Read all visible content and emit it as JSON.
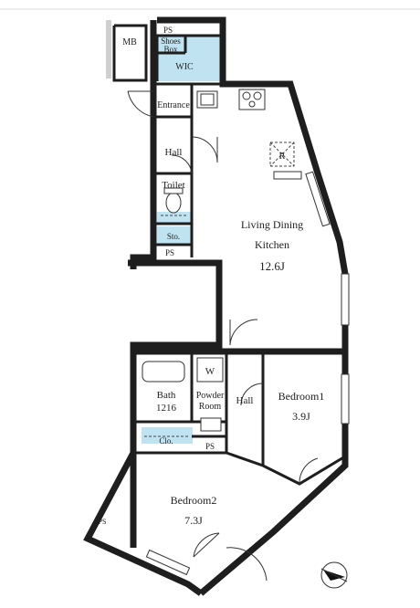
{
  "rooms": {
    "mb": "MB",
    "ps_top": "PS",
    "shoes_box_1": "Shoes",
    "shoes_box_2": "Box",
    "wic": "WIC",
    "entrance": "Entrance",
    "hall_upper": "Hall",
    "toilet": "Toilet",
    "storage": "Sto.",
    "ps_mid": "PS",
    "ldk_1": "Living Dining",
    "ldk_2": "Kitchen",
    "ldk_size": "12.6J",
    "refrigerator": "R",
    "washer": "W",
    "bath_1": "Bath",
    "bath_2": "1216",
    "powder_1": "Powder",
    "powder_2": "Room",
    "hall_lower": "Hall",
    "bedroom1": "Bedroom1",
    "bedroom1_size": "3.9J",
    "closet": "Clo.",
    "ps_lower": "PS",
    "bedroom2": "Bedroom2",
    "bedroom2_size": "7.3J",
    "ps_corner": "PS"
  },
  "colors": {
    "storage_fill": "#bfe3f0",
    "wall": "#1e1e1e",
    "hatch": "#d0d0d0"
  },
  "icons": {
    "north": "north-arrow-icon"
  }
}
